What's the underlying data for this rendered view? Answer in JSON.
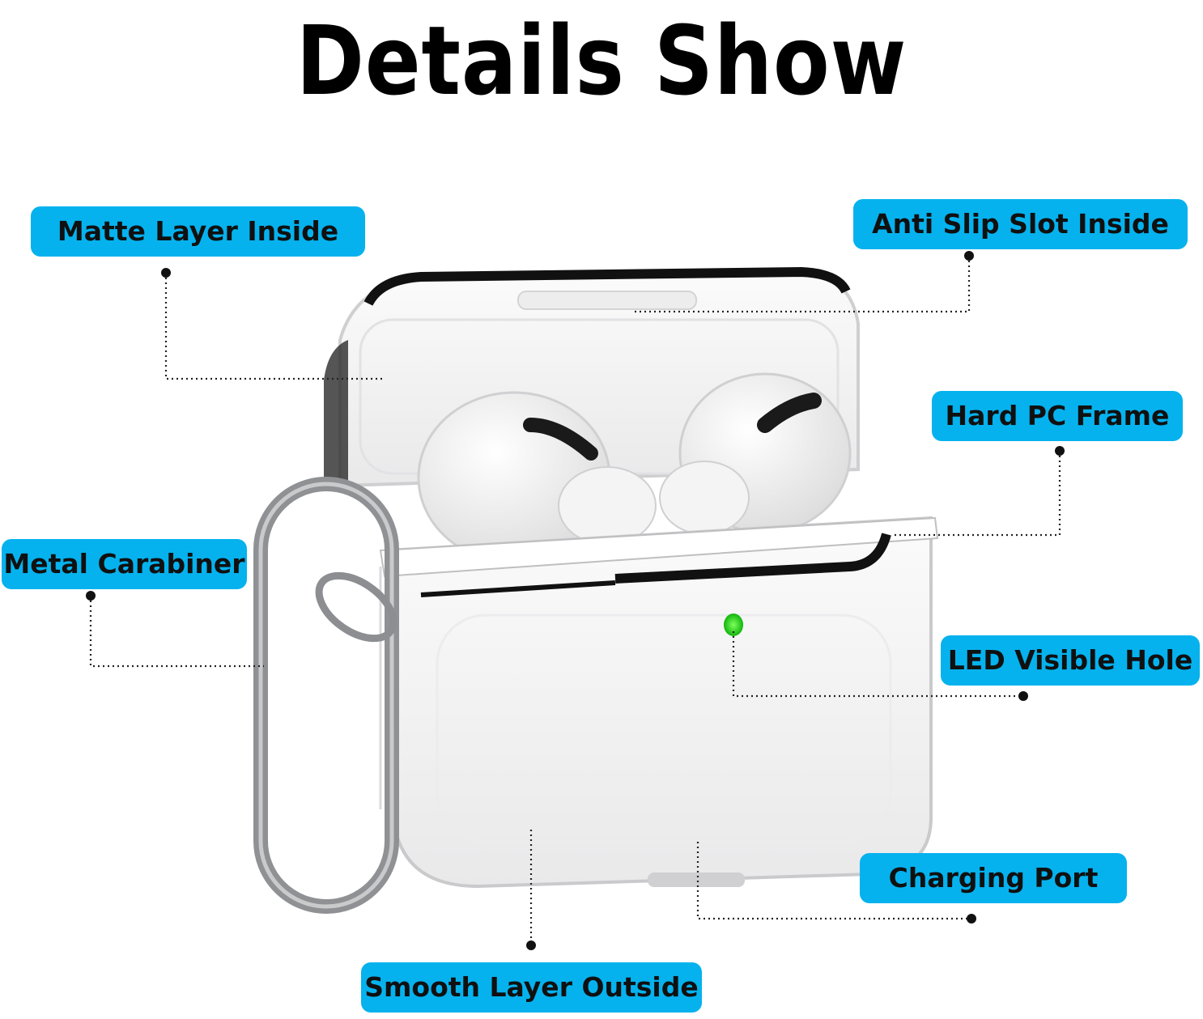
{
  "title": "Details Show",
  "colors": {
    "label_background": "#05b2ee",
    "label_text": "#101010",
    "led": "#22e015",
    "carabiner": "#8f9194",
    "leader_line": "#222222"
  },
  "callouts": [
    {
      "id": "matte",
      "text": "Matte Layer Inside"
    },
    {
      "id": "antislip",
      "text": "Anti Slip Slot Inside"
    },
    {
      "id": "pcframe",
      "text": "Hard PC Frame"
    },
    {
      "id": "carabiner",
      "text": "Metal Carabiner"
    },
    {
      "id": "led",
      "text": "LED Visible Hole"
    },
    {
      "id": "charging",
      "text": "Charging Port"
    },
    {
      "id": "smooth",
      "text": "Smooth Layer Outside"
    }
  ]
}
